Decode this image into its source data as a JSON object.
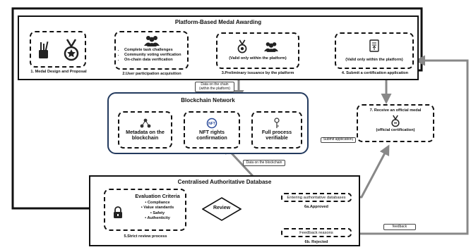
{
  "platform": {
    "title": "Platform-Based Medal Awarding",
    "step1": {
      "caption": "1. Medal Design and Proposal"
    },
    "step2": {
      "bullets": [
        "Complete task challenges",
        "Community voting verification",
        "On-chain data verification"
      ],
      "caption": "2.User participation acquisition"
    },
    "step3": {
      "text": "(Valid only within the platform)",
      "caption": "3.Preliminary issuance by the platform"
    },
    "step4": {
      "text": "(Valid only within the platform)",
      "caption": "4. Submit a certification application"
    }
  },
  "labels": {
    "data_on_chain": "Data on the chain (within the platform)",
    "data_on_blockchain": "Data on the blockchain",
    "submit_application": "Submit application)",
    "feedback": "feedback"
  },
  "blockchain": {
    "title": "Blockchain Network",
    "card1": "Metadata on the blockchain",
    "card2": "NFT rights confirmation",
    "card3": "Full process verifiable",
    "nft_badge": "NFT"
  },
  "official": {
    "title": "7. Receive an official medal",
    "subtitle": "(official certification)"
  },
  "database": {
    "title": "Centralised Authoritative Database",
    "criteria": {
      "title": "Evaluation Criteria",
      "items": [
        "Compliance",
        "Value standards",
        "Safety",
        "Authenticity"
      ],
      "caption": "5.Strict review process"
    },
    "review": "Review",
    "approved": {
      "box": "Entering authoritative databases",
      "caption": "6a.Approved"
    },
    "rejected": {
      "box": "Feedback reasons",
      "caption": "6b. Rejected"
    }
  },
  "icons": [
    "brush-icon",
    "medal-icon",
    "users-icon",
    "document-icon",
    "nodes-icon",
    "nft-icon",
    "key-icon",
    "lock-icon"
  ]
}
